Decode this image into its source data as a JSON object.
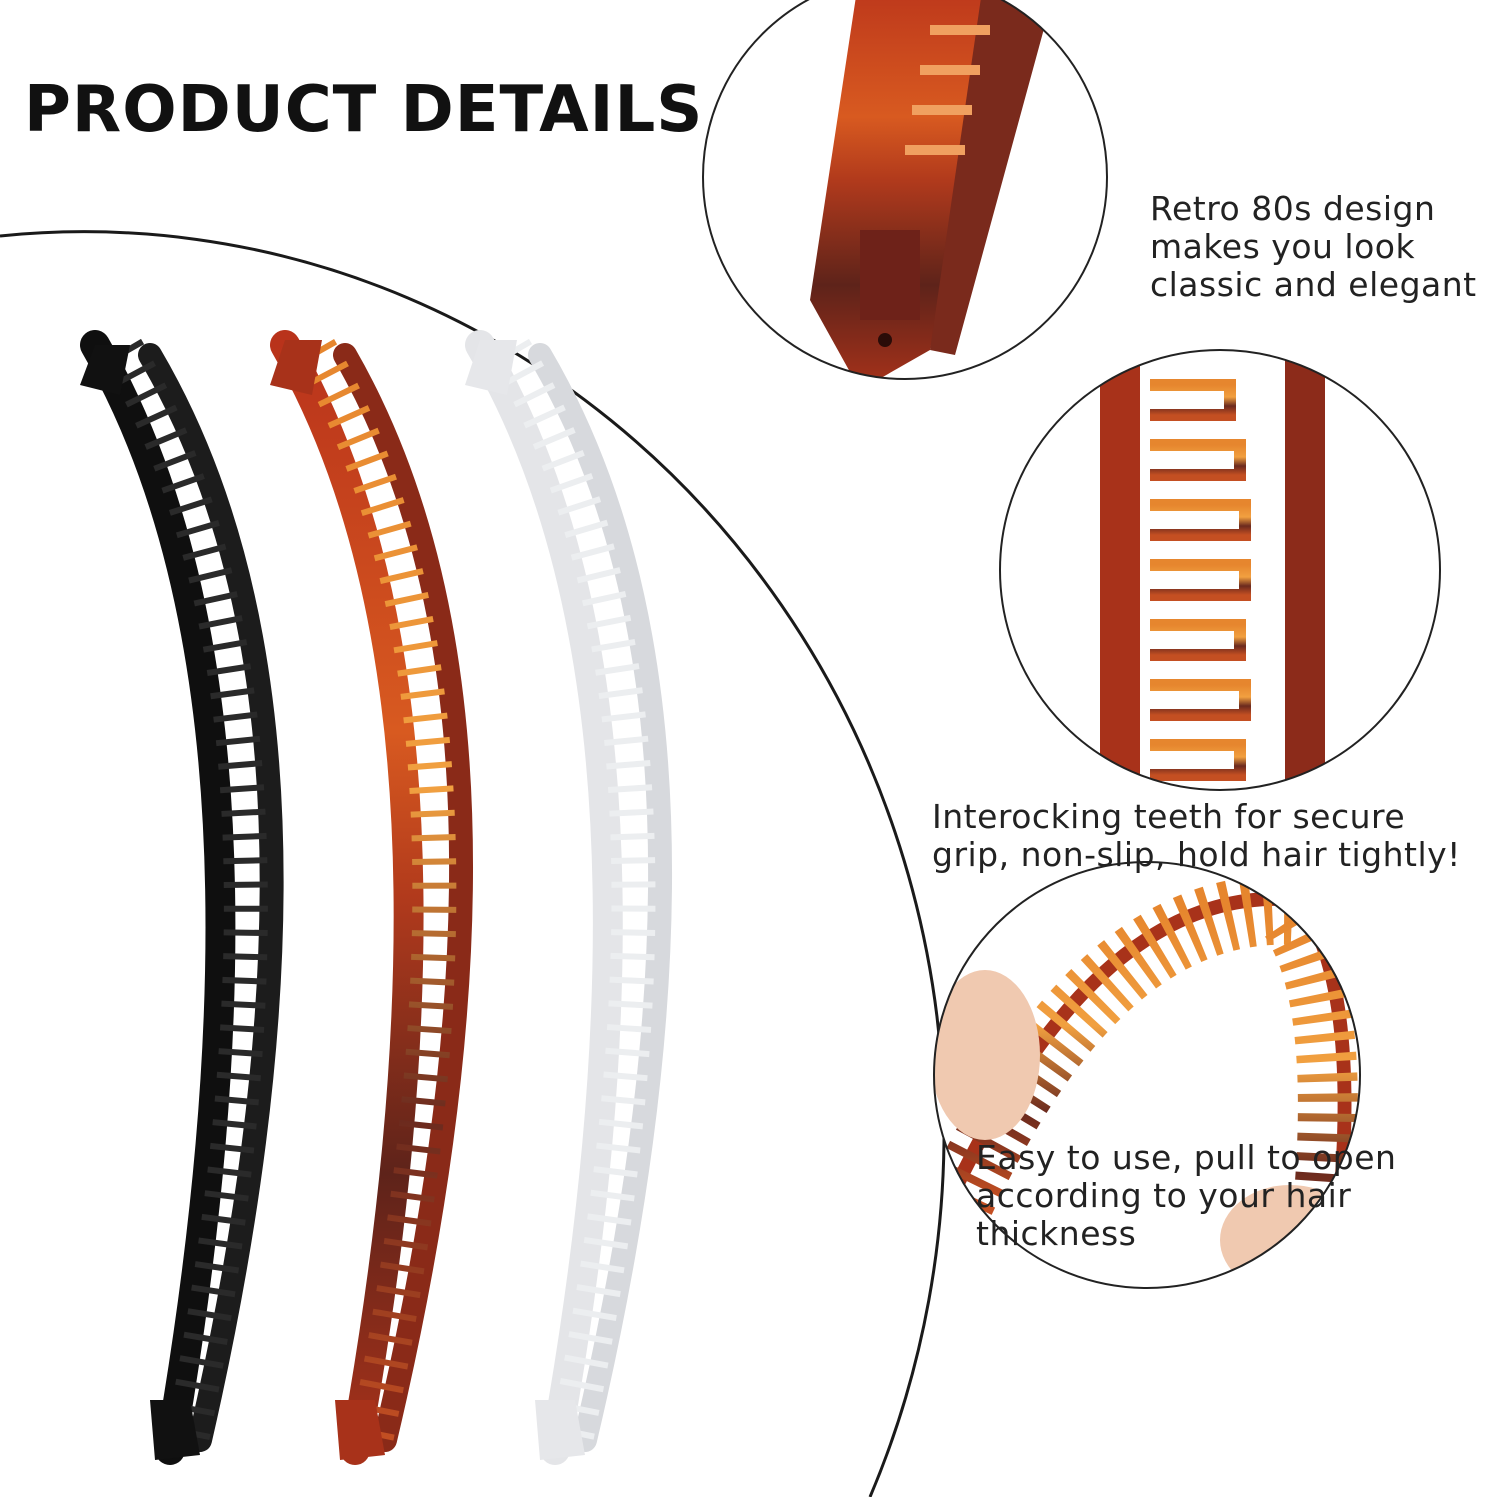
{
  "title": "PRODUCT DETAILS",
  "features": [
    {
      "lines": [
        "Retro 80s design",
        "makes you look",
        "classic and elegant"
      ]
    },
    {
      "lines": [
        "Interocking teeth for secure",
        "grip, non-slip, hold hair tightly!"
      ]
    },
    {
      "lines": [
        "Easy to use, pull to open",
        "according to your hair",
        "thickness"
      ]
    }
  ],
  "colors": {
    "black_clip": "#161616",
    "tortoise_clip": "#a8321a",
    "tortoise_light": "#e0782a",
    "clear_clip": "#e9eaec"
  },
  "icons": [
    "black-banana-clip",
    "tortoise-banana-clip",
    "clear-banana-clip",
    "detail-hinge-circle",
    "detail-teeth-circle",
    "detail-open-circle"
  ]
}
